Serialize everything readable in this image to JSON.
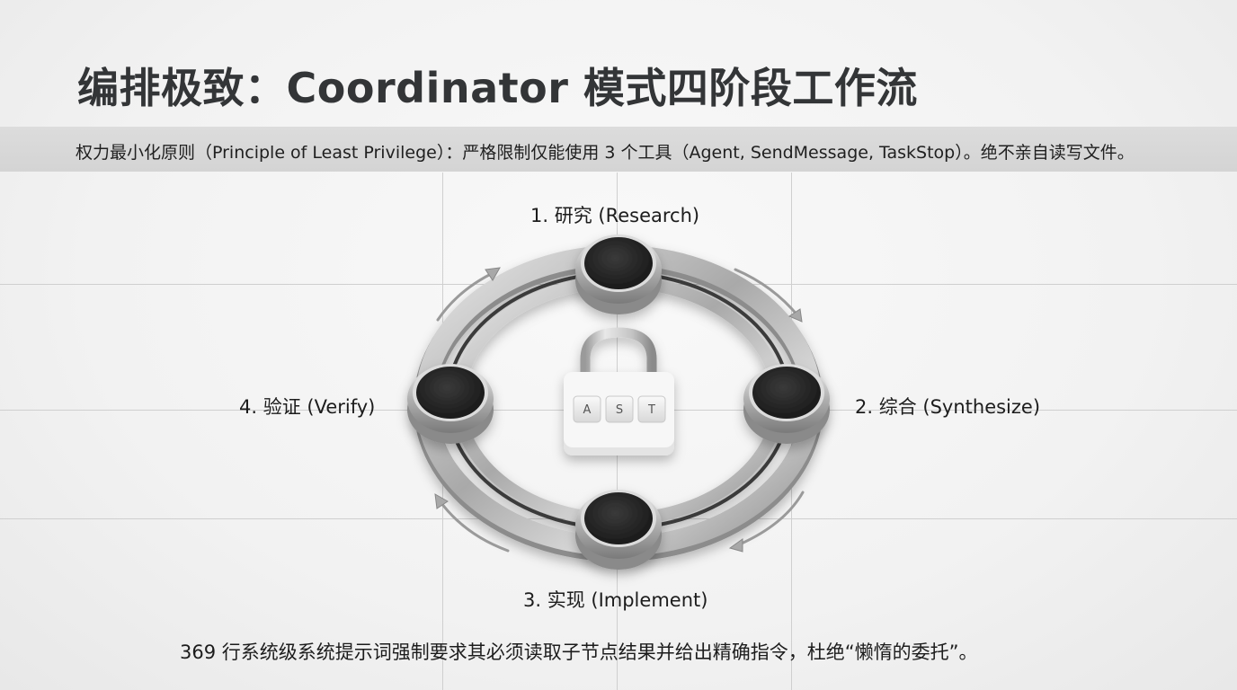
{
  "title": "编排极致：Coordinator 模式四阶段工作流",
  "banner": {
    "text": "权力最小化原则（Principle of Least Privilege）：严格限制仅能使用 3 个工具（Agent, SendMessage, TaskStop）。绝不亲自读写文件。"
  },
  "phases": [
    {
      "label": "1. 研究 (Research)",
      "position": "top"
    },
    {
      "label": "2. 综合 (Synthesize)",
      "position": "right"
    },
    {
      "label": "3. 实现 (Implement)",
      "position": "bottom"
    },
    {
      "label": "4. 验证 (Verify)",
      "position": "left"
    }
  ],
  "lock": {
    "keys": [
      "A",
      "S",
      "T"
    ],
    "icon": "padlock-icon"
  },
  "cycle_arrows": [
    "arrow-top-left-clockwise",
    "arrow-top-right-clockwise",
    "arrow-bottom-right-clockwise",
    "arrow-bottom-left-clockwise"
  ],
  "footer": {
    "text": "369 行系统级系统提示词强制要求其必须读取子节点结果并给出精确指令，杜绝“懒惰的委托”。"
  },
  "colors": {
    "title": "#333537",
    "banner_bg": "#d8d8d8",
    "node_fill": "#262626",
    "ring_metal": "#b8b8b8",
    "background": "#f2f2f2"
  }
}
